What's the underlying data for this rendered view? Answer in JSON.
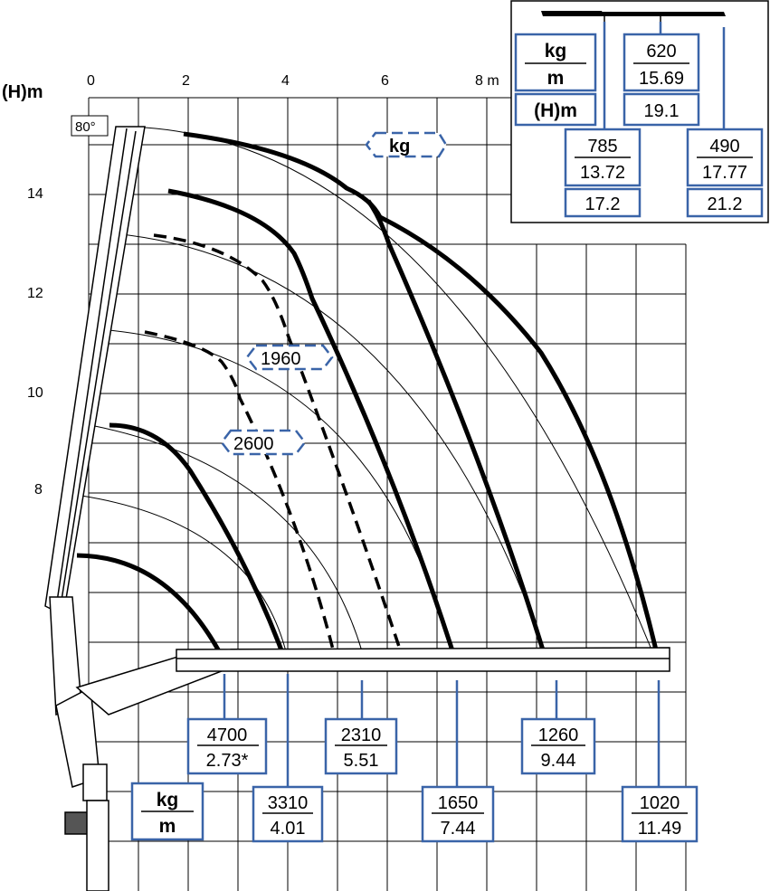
{
  "axes": {
    "x_unit": "(H)m",
    "x_ticks": [
      "0",
      "2",
      "4",
      "6",
      "8 m"
    ],
    "y_ticks": [
      "14",
      "12",
      "10",
      "8"
    ],
    "angle": "80°"
  },
  "inset": {
    "kg": "kg",
    "m": "m",
    "hm": "(H)m",
    "b1": {
      "kg": "620",
      "m": "15.69",
      "h": "19.1"
    },
    "b2": {
      "kg": "785",
      "m": "13.72",
      "h": "17.2"
    },
    "b3": {
      "kg": "490",
      "m": "17.77",
      "h": "21.2"
    }
  },
  "tags": {
    "kg": "kg",
    "t1": "1960",
    "t2": "2600"
  },
  "legend": {
    "kg": "kg",
    "m": "m"
  },
  "loads": [
    {
      "kg": "4700",
      "m": "2.73*"
    },
    {
      "kg": "3310",
      "m": "4.01"
    },
    {
      "kg": "2310",
      "m": "5.51"
    },
    {
      "kg": "1650",
      "m": "7.44"
    },
    {
      "kg": "1260",
      "m": "9.44"
    },
    {
      "kg": "1020",
      "m": "11.49"
    }
  ],
  "colors": {
    "accent": "#3a64a8",
    "line": "#000000",
    "grid": "#000000"
  }
}
